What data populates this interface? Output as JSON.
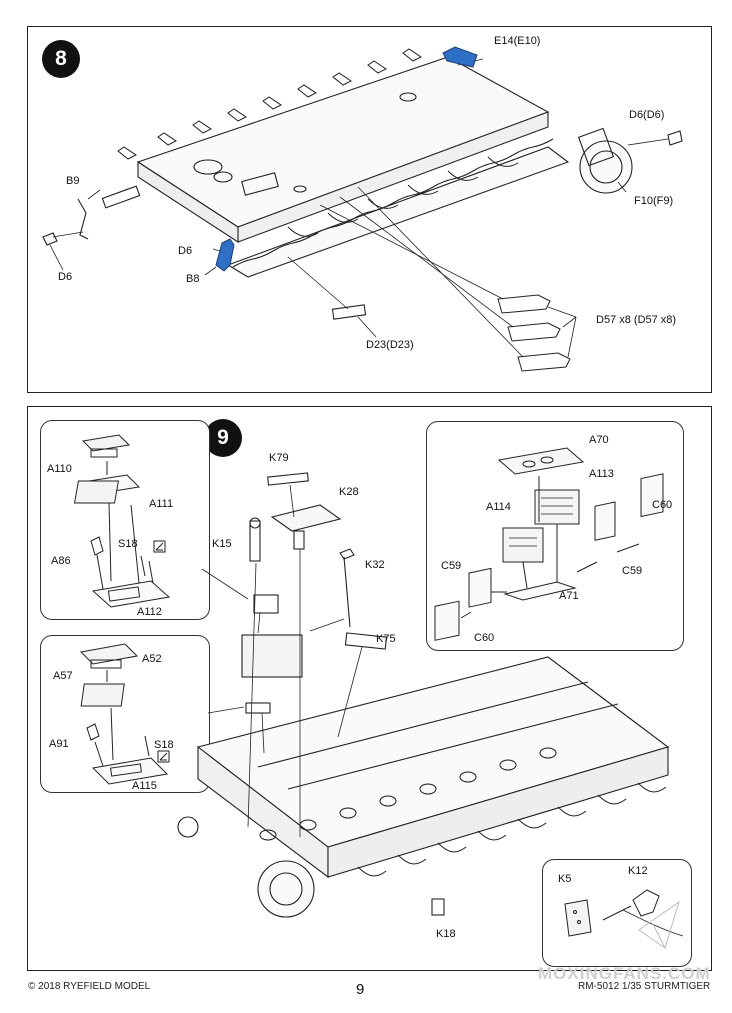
{
  "step8": {
    "number": "8",
    "labels": {
      "e14": "E14(E10)",
      "d6_top": "D6(D6)",
      "f10": "F10(F9)",
      "b9": "B9",
      "d6_left": "D6",
      "d6_mid": "D6",
      "b8": "B8",
      "d23": "D23(D23)",
      "d57": "D57 x8 (D57 x8)"
    }
  },
  "step9": {
    "number": "9",
    "labels": {
      "a110": "A110",
      "a111": "A111",
      "a86": "A86",
      "s18_top": "S18",
      "a112": "A112",
      "a57": "A57",
      "a52": "A52",
      "a91": "A91",
      "s18_bottom": "S18",
      "a115": "A115",
      "k79": "K79",
      "k28": "K28",
      "k15": "K15",
      "k32": "K32",
      "k75": "K75",
      "a70": "A70",
      "a113": "A113",
      "a114": "A114",
      "c60_right": "C60",
      "c59_right": "C59",
      "c59_left": "C59",
      "a71": "A71",
      "c60_left": "C60",
      "k18": "K18",
      "k5": "K5",
      "k12": "K12"
    }
  },
  "footer": {
    "copyright": "© 2018 RYEFIELD MODEL",
    "page": "9",
    "product": "RM-5012 1/35 STURMTIGER",
    "watermark": "MOXINGFANS.COM"
  },
  "colors": {
    "highlight": "#2f6fc6",
    "line": "#222222"
  }
}
